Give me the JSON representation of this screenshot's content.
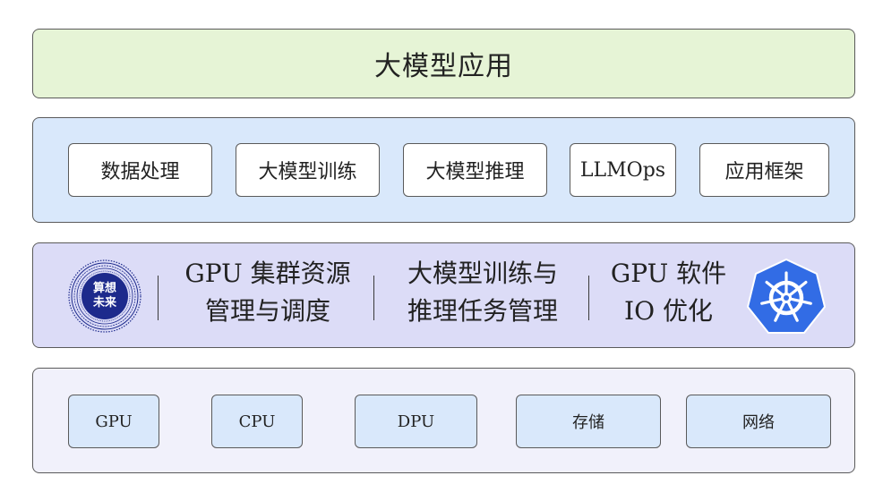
{
  "app_layer": {
    "title": "大模型应用"
  },
  "platform_layer": {
    "items": [
      {
        "label": "数据处理"
      },
      {
        "label": "大模型训练"
      },
      {
        "label": "大模型推理"
      },
      {
        "label": "LLMOps"
      },
      {
        "label": "应用框架"
      }
    ]
  },
  "scheduling_layer": {
    "logo": {
      "line1": "算想",
      "line2": "未来",
      "color": "#1d2a8c"
    },
    "blocks": [
      {
        "line1": "GPU 集群资源",
        "line2": "管理与调度"
      },
      {
        "line1": "大模型训练与",
        "line2": "推理任务管理"
      },
      {
        "line1": "GPU 软件",
        "line2": "IO 优化"
      }
    ],
    "k8s_icon": {
      "name": "kubernetes-icon",
      "color": "#326ce5"
    }
  },
  "infra_layer": {
    "items": [
      {
        "label": "GPU"
      },
      {
        "label": "CPU"
      },
      {
        "label": "DPU"
      },
      {
        "label": "存储"
      },
      {
        "label": "网络"
      }
    ]
  },
  "colors": {
    "app_bg": "#e6f4d6",
    "platform_bg": "#d9e8fb",
    "scheduling_bg": "#dcdcf7",
    "infra_bg": "#f1f1fb",
    "border": "#5a5a5a"
  }
}
